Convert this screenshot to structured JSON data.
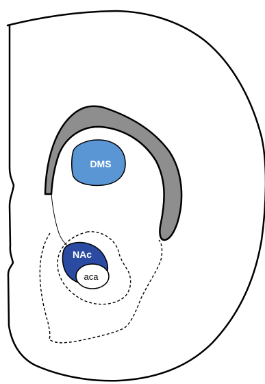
{
  "regions": {
    "dms": {
      "label": "DMS",
      "fill": "#5b96d4",
      "text_color": "#ffffff"
    },
    "nac": {
      "label": "NAc",
      "fill": "#2b4ba3",
      "text_color": "#ffffff"
    },
    "aca": {
      "label": "aca",
      "fill": "#ffffff",
      "text_color": "#000000"
    }
  },
  "colors": {
    "background": "#ffffff",
    "outline": "#000000",
    "ventricle": "#8e8e8e"
  }
}
